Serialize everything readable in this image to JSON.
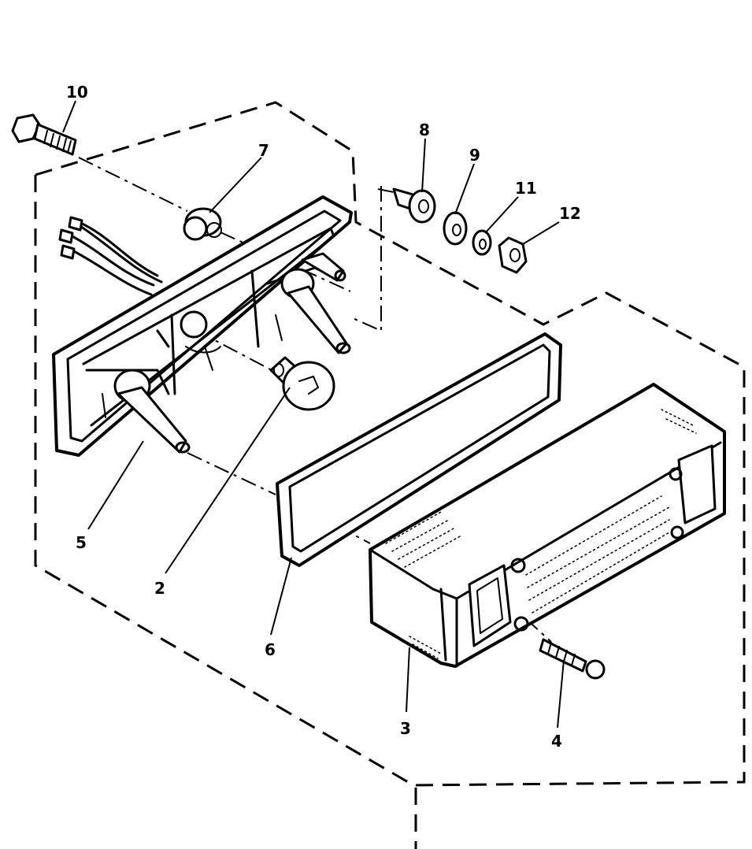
{
  "callouts": [
    {
      "id": "part-10",
      "label": "10"
    },
    {
      "id": "part-7",
      "label": "7"
    },
    {
      "id": "part-8",
      "label": "8"
    },
    {
      "id": "part-9",
      "label": "9"
    },
    {
      "id": "part-11",
      "label": "11"
    },
    {
      "id": "part-12",
      "label": "12"
    },
    {
      "id": "part-5",
      "label": "5"
    },
    {
      "id": "part-2",
      "label": "2"
    },
    {
      "id": "part-6",
      "label": "6"
    },
    {
      "id": "part-3",
      "label": "3"
    },
    {
      "id": "part-4",
      "label": "4"
    }
  ],
  "colors": {
    "ink": "#000000",
    "paper": "#ffffff"
  }
}
